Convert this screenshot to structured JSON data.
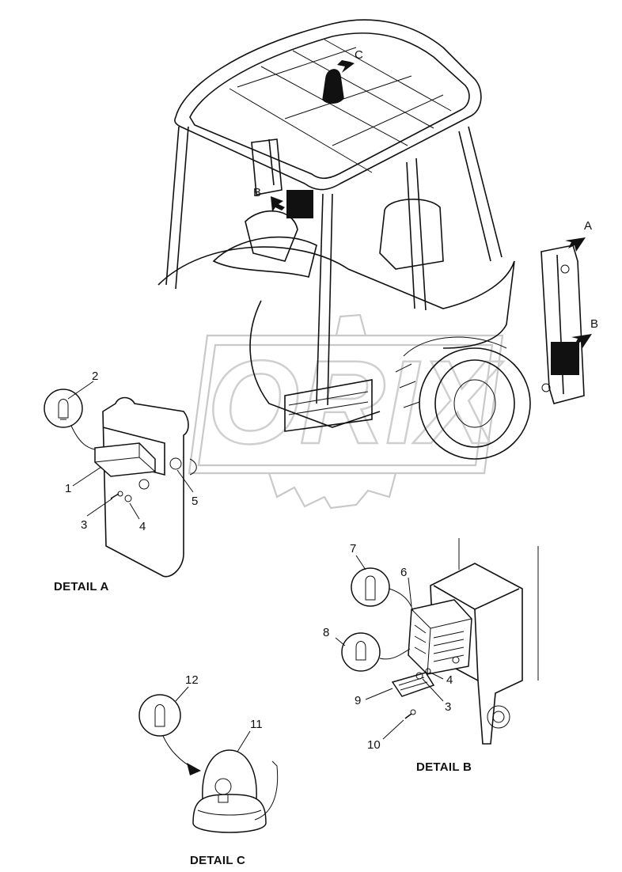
{
  "watermark": {
    "text": "ORIX",
    "color": "#c9c9c9"
  },
  "callouts": {
    "c1": "1",
    "c2": "2",
    "c3": "3",
    "c4": "4",
    "c5": "5",
    "c6": "6",
    "c7": "7",
    "c8": "8",
    "c9": "9",
    "c10": "10",
    "c11": "11",
    "c12": "12",
    "c3b": "3",
    "c4b": "4"
  },
  "view_markers": {
    "a": "A",
    "b1": "B",
    "b2": "B",
    "c": "C"
  },
  "details": {
    "a": "DETAIL A",
    "b": "DETAIL B",
    "c": "DETAIL C"
  },
  "icons": [
    "bulb-icon",
    "arrow-icon"
  ]
}
